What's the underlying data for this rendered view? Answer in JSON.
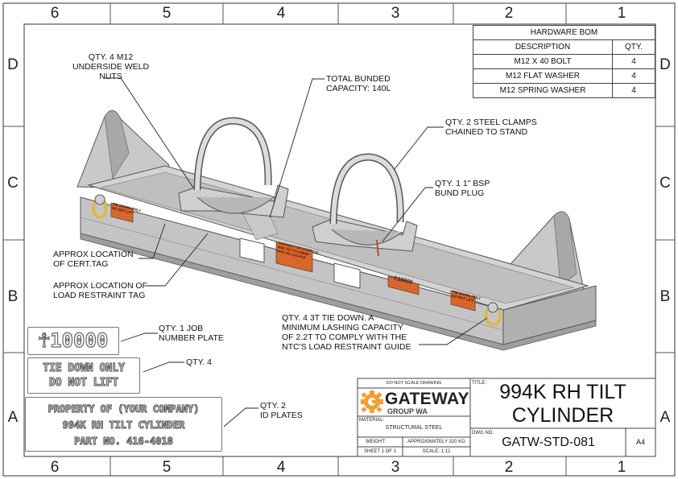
{
  "zones": {
    "columns": [
      "6",
      "5",
      "4",
      "3",
      "2",
      "1"
    ],
    "rows": [
      "D",
      "C",
      "B",
      "A"
    ]
  },
  "bom": {
    "title": "HARDWARE BOM",
    "headers": [
      "DESCRIPTION",
      "QTY."
    ],
    "rows": [
      {
        "description": "M12 X 40 BOLT",
        "qty": "4"
      },
      {
        "description": "M12 FLAT WASHER",
        "qty": "4"
      },
      {
        "description": "M12 SPRING WASHER",
        "qty": "4"
      }
    ]
  },
  "callouts": {
    "weld_nuts": "QTY. 4 M12\nUNDERSIDE WELD\nNUTS",
    "bunded": "TOTAL BUNDED\nCAPACITY: 140L",
    "clamps": "QTY. 2 STEEL CLAMPS\nCHAINED TO STAND",
    "bsp": "QTY. 1 1\" BSP\nBUND PLUG",
    "cert_tag": "APPROX LOCATION\nOF CERT.TAG",
    "restraint_tag": "APPROX LOCATION OF\nLOAD RESTRAINT TAG",
    "tie_down": "QTY. 4 3T TIE DOWN. A\nMINIMUM LASHING CAPACITY\nOF 2.2T TO COMPLY WITH THE\nNTC'S LOAD RESTRAINT GUIDE",
    "job_plate": "QTY. 1 JOB\nNUMBER PLATE",
    "tie_plate": "QTY. 4",
    "id_plates": "QTY. 2\nID PLATES"
  },
  "plates": {
    "job": "☥10000",
    "tie_down_line1": "TIE DOWN ONLY",
    "tie_down_line2": "DO NOT LIFT",
    "id_line1": "PROPERTY OF (YOUR COMPANY)",
    "id_line2": "994K RH TILT CYLINDER",
    "id_line3": "PART NO. 416-4018"
  },
  "model_labels": {
    "tie_down": "TIE DOWN ONLY\nDO NOT LIFT",
    "property": "PROPERTY OF (YOUR CO)\n994K TILT CYLINDER\nPART NO. 416-4018",
    "job": "☥10000"
  },
  "title_block": {
    "do_not_scale": "DO NOT SCALE DRAWING",
    "title_label": "TITLE:",
    "company": "GATEWAY",
    "company_sub": "GROUP WA",
    "title": "994K RH TILT\nCYLINDER",
    "material_label": "MATERIAL:",
    "material": "STRUCTURAL STEEL",
    "dwg_label": "DWG NO.",
    "dwg_no": "GATW-STD-081",
    "size": "A4",
    "weight_label": "WEIGHT:",
    "weight": "APPROXIMATELY 320 KG",
    "sheet": "SHEET 1 OF 1",
    "scale": "SCALE: 1:12"
  },
  "colors": {
    "steel_light": "#d8d8d8",
    "steel_mid": "#b9b9b9",
    "steel_dark": "#8f8f8f",
    "label_orange": "#d9662a",
    "logo_orange": "#f0a030",
    "shackle": "#e1b838"
  }
}
